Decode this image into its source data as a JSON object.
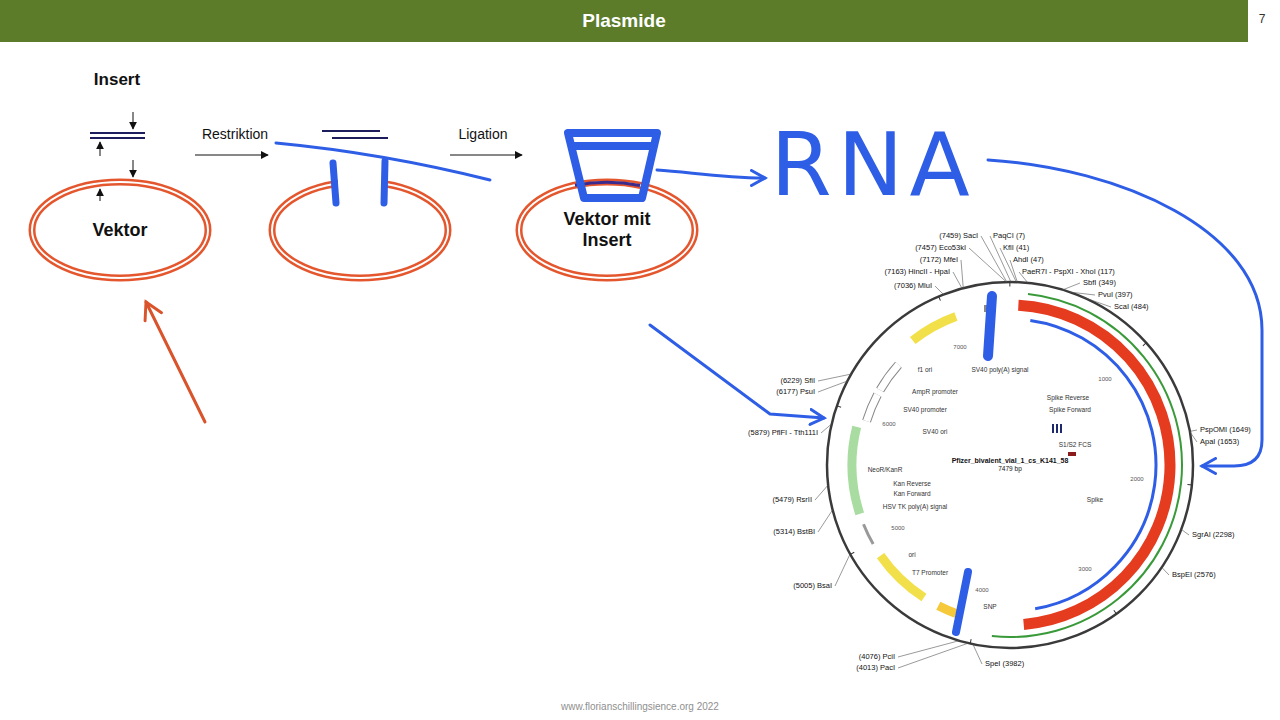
{
  "diagram": {
    "title": "Plasmide",
    "nodes": [
      {
        "text": [
          "Vektor"
        ]
      },
      {
        "text": [
          "Vektor mit Insert"
        ]
      },
      {
        "text": [
          "Pfizer_bivalent_vial_1_cs_K141_58",
          "7479 bp"
        ]
      }
    ],
    "labels": [
      "7",
      "Insert",
      "Restriktion",
      "Ligation",
      "RNA",
      "(7459) SacI",
      "PaqCI (7)",
      "(7457) Eco53kI",
      "KflI (41)",
      "(7172) MfeI",
      "AhdI (47)",
      "(7163) HincII - HpaI",
      "PaeR7I - PspXI - XhoI (117)",
      "(7036) MluI",
      "SbfI (349)",
      "PvuI (397)",
      "ScaI (484)",
      "PspOMI (1649)",
      "ApaI (1653)",
      "SgrAI (2298)",
      "BspEI (2576)",
      "SpeI (3982)",
      "(4013) PacI",
      "(4076) PciI",
      "(5005) BsaI",
      "(5314) BstBI",
      "(5479) RsrII",
      "(5879) PflFI - Tth111I",
      "(6177) PsuI",
      "(6229) SfiI",
      "1000",
      "2000",
      "3000",
      "4000",
      "5000",
      "6000",
      "7000",
      "f1 ori",
      "SV40 poly(A) signal",
      "AmpR promoter",
      "SV40 promoter",
      "SV40 ori",
      "NeoR/KanR",
      "Kan Reverse",
      "Kan Forward",
      "HSV TK poly(A) signal",
      "ori",
      "T7 Promoter",
      "SNP",
      "Spike Reverse",
      "Spike Forward",
      "S1/S2 FCS",
      "Spike",
      "www.florianschillingsience.org 2022"
    ]
  }
}
